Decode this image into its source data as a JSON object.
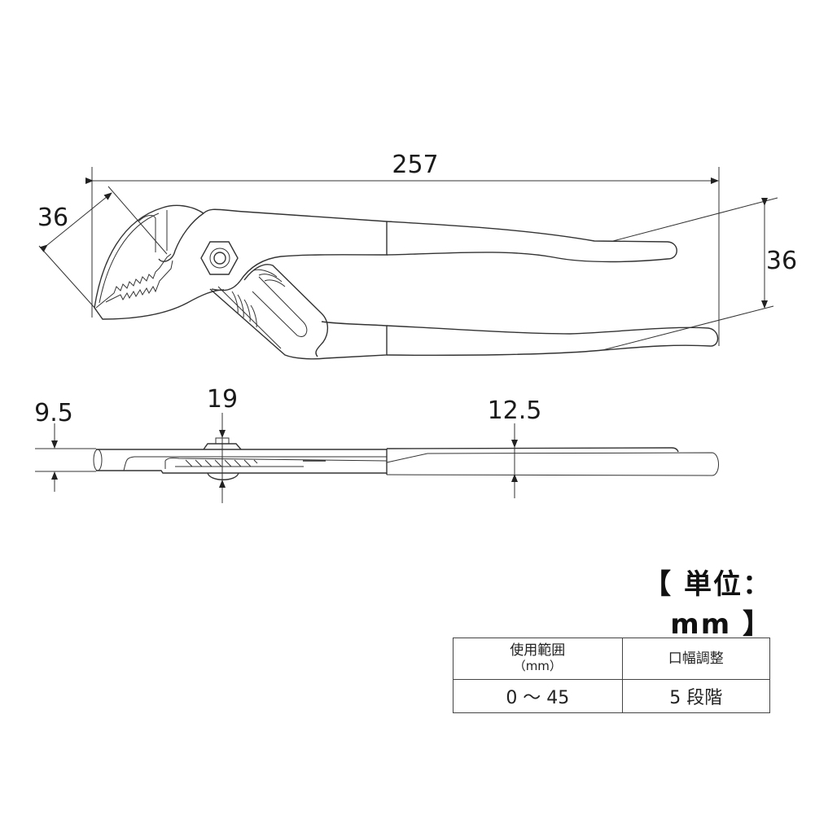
{
  "drawing": {
    "top_view": {
      "overall_length": "257",
      "jaw_opening": "36",
      "handle_spread": "36"
    },
    "side_view": {
      "jaw_thickness": "9.5",
      "pivot_thickness": "19",
      "handle_thickness": "12.5"
    }
  },
  "unit_label": "【 単位：mm 】",
  "spec_table": {
    "headers": [
      {
        "label": "使用範囲",
        "sub": "（mm）"
      },
      {
        "label": "口幅調整",
        "sub": ""
      }
    ],
    "values": [
      "0 〜 45",
      "5 段階"
    ]
  },
  "colors": {
    "line": "#333333",
    "text": "#1a1a1a",
    "background": "#ffffff"
  }
}
